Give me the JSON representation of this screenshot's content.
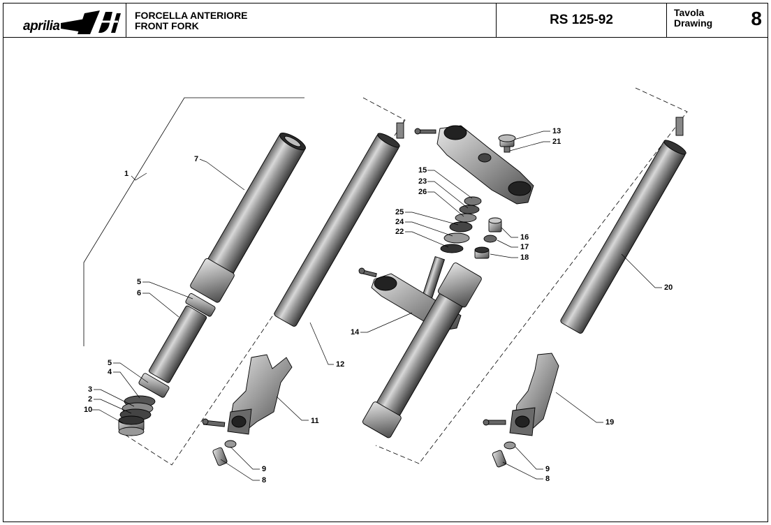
{
  "header": {
    "brand": "aprilia",
    "title_it": "FORCELLA ANTERIORE",
    "title_en": "FRONT FORK",
    "model": "RS 125-92",
    "table_label_it": "Tavola",
    "table_label_en": "Drawing",
    "table_number": "8"
  },
  "callouts": [
    {
      "id": "c1",
      "text": "1"
    },
    {
      "id": "c7",
      "text": "7"
    },
    {
      "id": "c5a",
      "text": "5"
    },
    {
      "id": "c6",
      "text": "6"
    },
    {
      "id": "c5b",
      "text": "5"
    },
    {
      "id": "c4",
      "text": "4"
    },
    {
      "id": "c3",
      "text": "3"
    },
    {
      "id": "c2",
      "text": "2"
    },
    {
      "id": "c10",
      "text": "10"
    },
    {
      "id": "c12",
      "text": "12"
    },
    {
      "id": "c11",
      "text": "11"
    },
    {
      "id": "c9a",
      "text": "9"
    },
    {
      "id": "c8a",
      "text": "8"
    },
    {
      "id": "c13",
      "text": "13"
    },
    {
      "id": "c21",
      "text": "21"
    },
    {
      "id": "c15",
      "text": "15"
    },
    {
      "id": "c23",
      "text": "23"
    },
    {
      "id": "c26",
      "text": "26"
    },
    {
      "id": "c25",
      "text": "25"
    },
    {
      "id": "c24",
      "text": "24"
    },
    {
      "id": "c22",
      "text": "22"
    },
    {
      "id": "c16",
      "text": "16"
    },
    {
      "id": "c17",
      "text": "17"
    },
    {
      "id": "c18",
      "text": "18"
    },
    {
      "id": "c14",
      "text": "14"
    },
    {
      "id": "c20",
      "text": "20"
    },
    {
      "id": "c19",
      "text": "19"
    },
    {
      "id": "c9b",
      "text": "9"
    },
    {
      "id": "c8b",
      "text": "8"
    }
  ]
}
